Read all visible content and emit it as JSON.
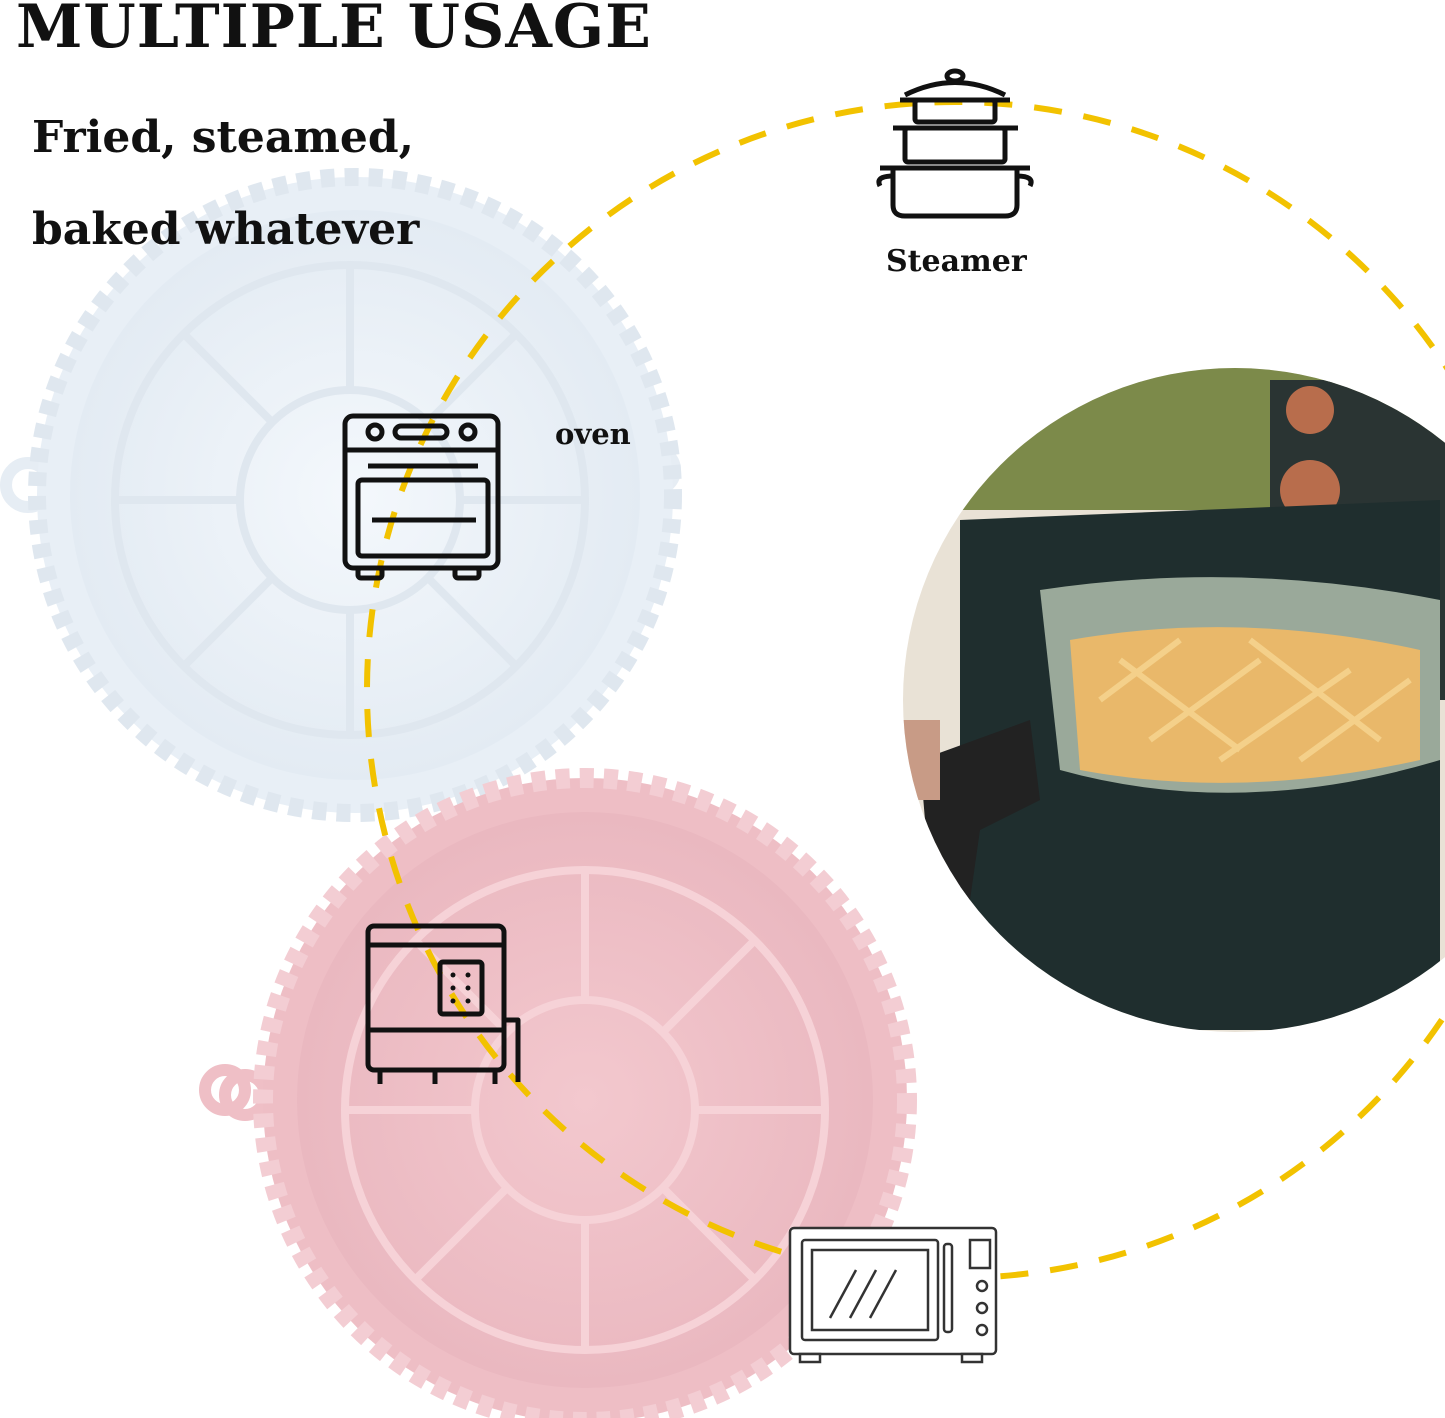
{
  "header": {
    "title": "MULTIPLE USAGE",
    "subtitle_line1": "Fried, steamed,",
    "subtitle_line2": "baked whatever"
  },
  "labels": {
    "steamer": "Steamer",
    "oven": "oven"
  },
  "icons": [
    "steamer-pot-icon",
    "oven-icon",
    "air-fryer-icon",
    "microwave-icon"
  ],
  "colors": {
    "dash": "#f2c200",
    "liner_white": "#eef3f8",
    "liner_pink": "#f2c6cc",
    "fryer": "#1f2e2e"
  }
}
